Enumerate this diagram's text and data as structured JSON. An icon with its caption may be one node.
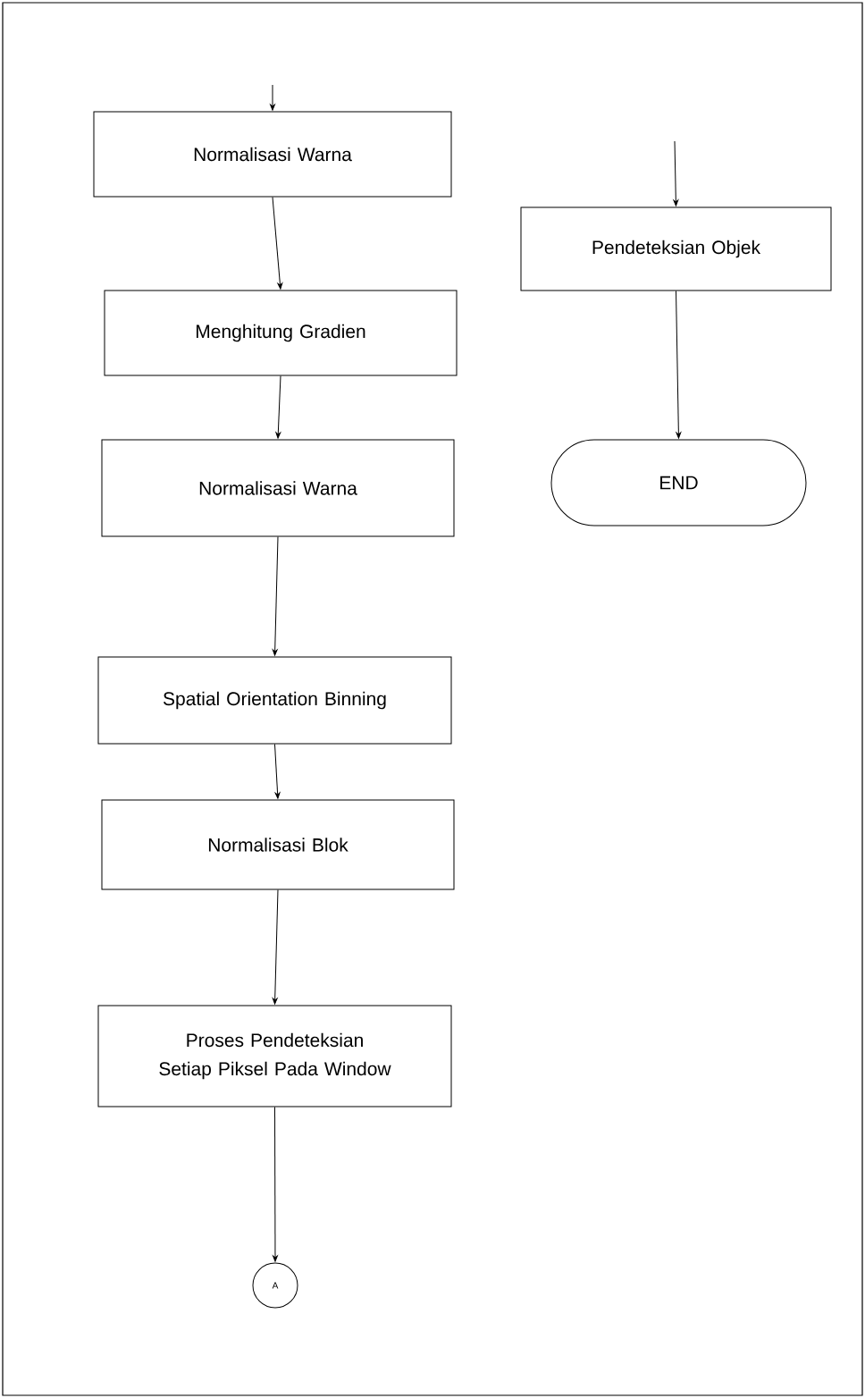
{
  "diagram": {
    "nodes": [
      {
        "text": [
          "Normalisasi Warna"
        ]
      },
      {
        "text": [
          "Menghitung Gradien"
        ]
      },
      {
        "text": [
          "Normalisasi Warna"
        ]
      },
      {
        "text": [
          "Spatial Orientation Binning"
        ]
      },
      {
        "text": [
          "Normalisasi Blok"
        ]
      },
      {
        "text": [
          "Proses Pendeteksian Setiap Piksel Pada Window"
        ]
      },
      {
        "text": [
          "A"
        ]
      },
      {
        "text": [
          "Pendeteksian Objek"
        ]
      },
      {
        "text": [
          "END"
        ]
      }
    ],
    "edges": [
      {
        "from": null,
        "to": 0,
        "arrow": "to"
      },
      {
        "from": 0,
        "to": 1,
        "arrow": "to"
      },
      {
        "from": 1,
        "to": 2,
        "arrow": "to"
      },
      {
        "from": 2,
        "to": 3,
        "arrow": "to"
      },
      {
        "from": 3,
        "to": 4,
        "arrow": "to"
      },
      {
        "from": 4,
        "to": 5,
        "arrow": "to"
      },
      {
        "from": 5,
        "to": 6,
        "arrow": "to"
      },
      {
        "from": null,
        "to": 7,
        "arrow": "to"
      },
      {
        "from": 7,
        "to": 8,
        "arrow": "to"
      }
    ]
  }
}
